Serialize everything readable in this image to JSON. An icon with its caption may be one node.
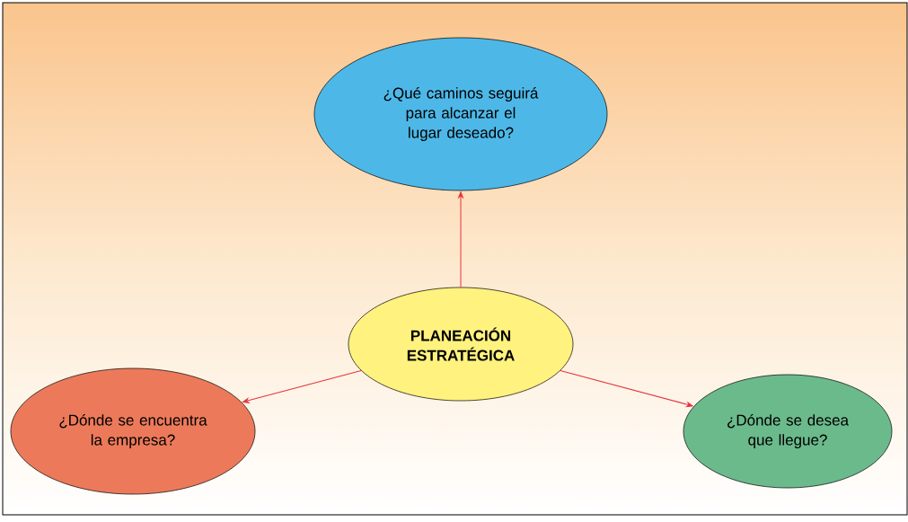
{
  "diagram": {
    "nodes": [
      {
        "text": [
          "PLANEACIÓN ESTRATÉGICA"
        ]
      },
      {
        "text": [
          "¿Qué caminos seguirá para alcanzar el lugar deseado?"
        ]
      },
      {
        "text": [
          "¿Dónde se encuentra la empresa?"
        ]
      },
      {
        "text": [
          "¿Dónde se desea que llegue?"
        ]
      }
    ],
    "edges": [
      {
        "from": 0,
        "to": 1,
        "arrow": "to"
      },
      {
        "from": 0,
        "to": 2,
        "arrow": "to"
      },
      {
        "from": 0,
        "to": 3,
        "arrow": "to"
      }
    ]
  }
}
